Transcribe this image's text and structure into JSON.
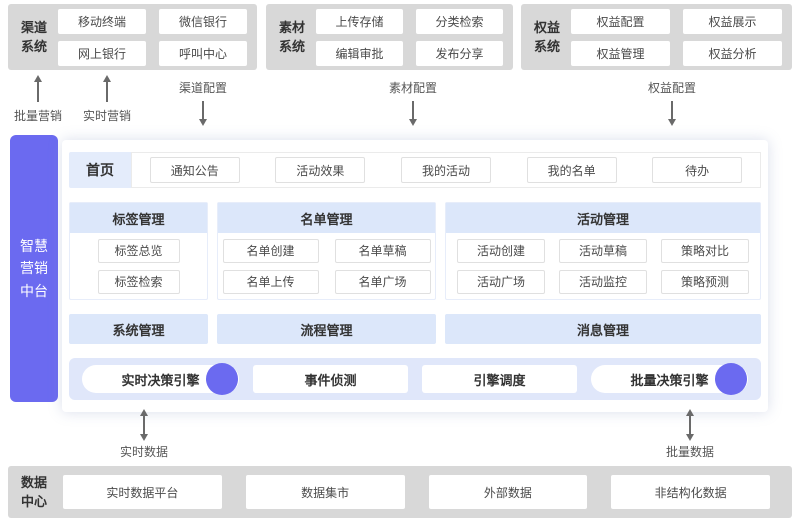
{
  "palette": {
    "purple": "#6B6AF0",
    "box_gray": "#D8D8D8",
    "section_header_blue": "#DCE7FA",
    "home_tab_blue": "#E4ECFB",
    "engine_row_blue": "#E0E7FA"
  },
  "systems": [
    {
      "label": "渠道系统",
      "items": [
        "移动终端",
        "微信银行",
        "网上银行",
        "呼叫中心"
      ]
    },
    {
      "label": "素材系统",
      "items": [
        "上传存储",
        "分类检索",
        "编辑审批",
        "发布分享"
      ]
    },
    {
      "label": "权益系统",
      "items": [
        "权益配置",
        "权益展示",
        "权益管理",
        "权益分析"
      ]
    }
  ],
  "flows": {
    "up": [
      "批量营销",
      "实时营销"
    ],
    "down": [
      "渠道配置",
      "素材配置",
      "权益配置"
    ],
    "bottom": [
      "实时数据",
      "批量数据"
    ]
  },
  "platform": {
    "title": "智慧营销中台",
    "home": {
      "label": "首页",
      "items": [
        "通知公告",
        "活动效果",
        "我的活动",
        "我的名单",
        "待办"
      ]
    },
    "sections": [
      {
        "title": "标签管理",
        "items": [
          "标签总览",
          "标签检索"
        ]
      },
      {
        "title": "名单管理",
        "items": [
          "名单创建",
          "名单草稿",
          "名单上传",
          "名单广场"
        ]
      },
      {
        "title": "活动管理",
        "items": [
          "活动创建",
          "活动草稿",
          "策略对比",
          "活动广场",
          "活动监控",
          "策略预测"
        ]
      }
    ],
    "bars": [
      "系统管理",
      "流程管理",
      "消息管理"
    ],
    "engines": [
      {
        "label": "实时决策引擎",
        "dot": true
      },
      {
        "label": "事件侦测",
        "dot": false
      },
      {
        "label": "引擎调度",
        "dot": false
      },
      {
        "label": "批量决策引擎",
        "dot": true
      }
    ]
  },
  "data_center": {
    "label": "数据中心",
    "items": [
      "实时数据平台",
      "数据集市",
      "外部数据",
      "非结构化数据"
    ]
  }
}
